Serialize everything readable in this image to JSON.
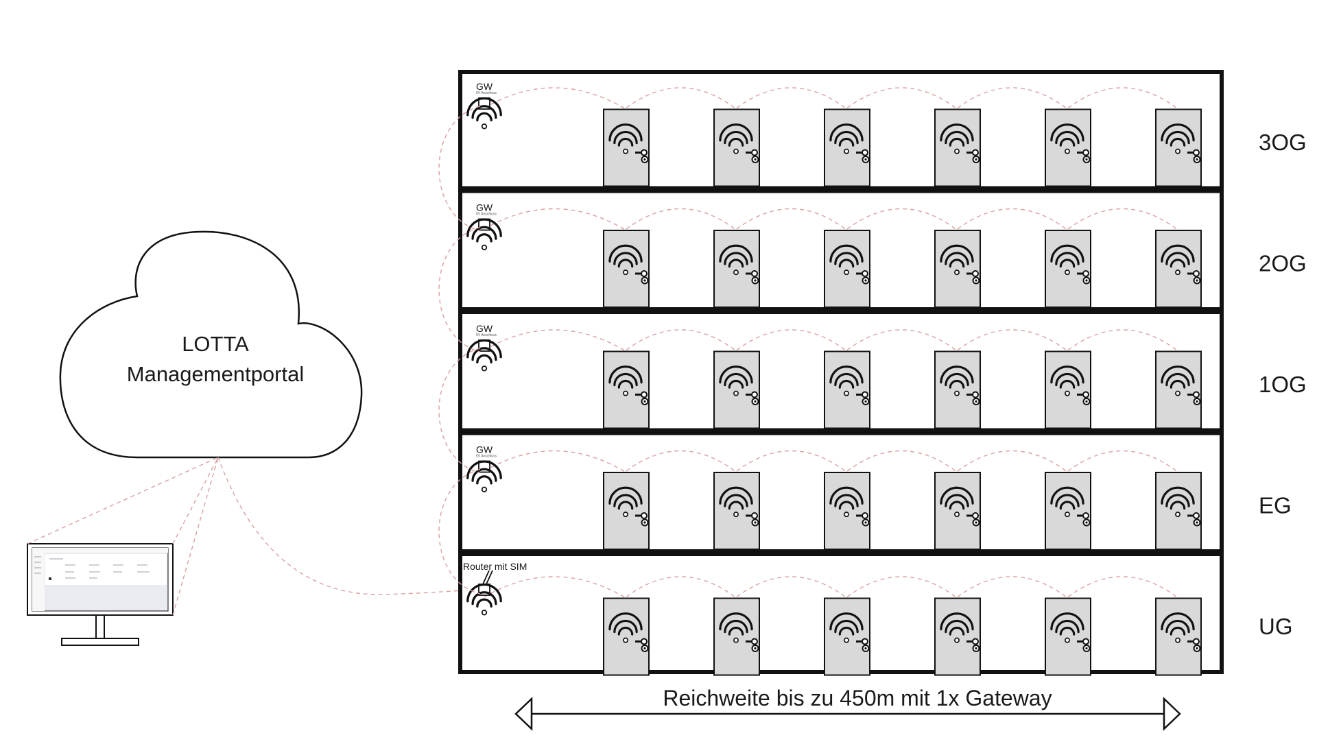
{
  "cloud": {
    "line1": "LOTTA",
    "line2": "Managementportal"
  },
  "floors": [
    {
      "label": "3OG",
      "gateway_label": "GW",
      "gateway_sublabel": "5V Anschluss",
      "device": "gateway"
    },
    {
      "label": "2OG",
      "gateway_label": "GW",
      "gateway_sublabel": "5V Anschluss",
      "device": "gateway"
    },
    {
      "label": "1OG",
      "gateway_label": "GW",
      "gateway_sublabel": "5V Anschluss",
      "device": "gateway"
    },
    {
      "label": "EG",
      "gateway_label": "GW",
      "gateway_sublabel": "5V Anschluss",
      "device": "gateway"
    },
    {
      "label": "UG",
      "gateway_label": "Router mit SIM",
      "gateway_sublabel": "",
      "device": "router"
    }
  ],
  "doors_per_floor": 6,
  "range_label": "Reichweite bis zu 450m mit 1x Gateway",
  "colors": {
    "frame": "#111111",
    "door_fill": "#d9d9d9",
    "link_dash": "#d9a0a0",
    "text": "#1a1a1a"
  },
  "icons": {
    "door": "door-with-wireless-lock-icon",
    "gateway": "gateway-box-icon",
    "router": "router-with-antenna-icon",
    "wifi": "wifi-icon",
    "monitor": "monitor-icon",
    "cloud": "cloud-icon"
  }
}
